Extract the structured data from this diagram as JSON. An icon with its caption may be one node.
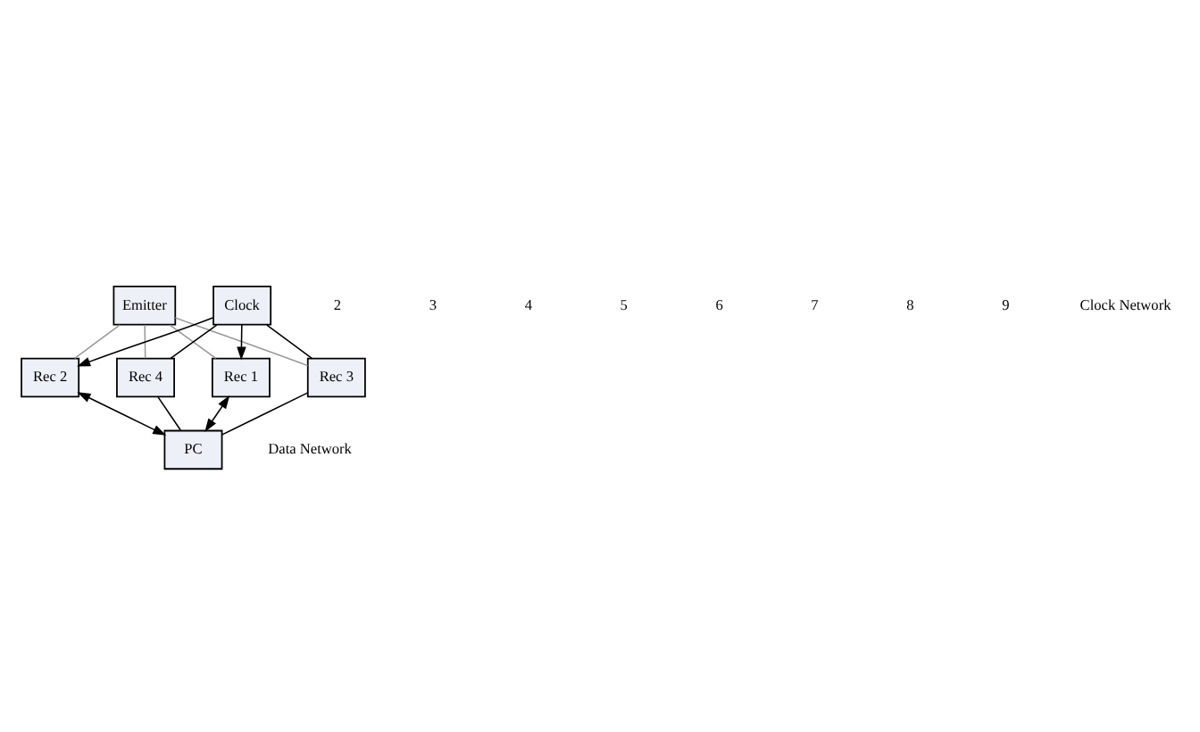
{
  "diagram": {
    "nodes": [
      {
        "text": [
          "Rec 1"
        ]
      },
      {
        "text": [
          "Rec 3"
        ]
      },
      {
        "text": [
          "Emitter"
        ]
      },
      {
        "text": [
          "Rec 2"
        ]
      },
      {
        "text": [
          "Rec 4"
        ]
      },
      {
        "text": [
          "PC"
        ]
      },
      {
        "text": [
          "Clock"
        ]
      }
    ],
    "edges": [
      {
        "from": 2,
        "to": 0,
        "arrow": "none",
        "color": "#999999"
      },
      {
        "from": 2,
        "to": 1,
        "arrow": "none",
        "color": "#999999"
      },
      {
        "from": 2,
        "to": 3,
        "arrow": "none",
        "color": "#999999"
      },
      {
        "from": 2,
        "to": 4,
        "arrow": "none",
        "color": "#999999"
      },
      {
        "from": 6,
        "to": 0,
        "arrow": "to"
      },
      {
        "from": 0,
        "to": 5,
        "arrow": "both"
      },
      {
        "from": 6,
        "to": 3,
        "arrow": "to"
      },
      {
        "from": 3,
        "to": 5,
        "arrow": "both"
      },
      {
        "from": 6,
        "to": 1,
        "arrow": "none"
      },
      {
        "from": 1,
        "to": 5,
        "arrow": "none"
      },
      {
        "from": 6,
        "to": 4,
        "arrow": "none"
      },
      {
        "from": 4,
        "to": 5,
        "arrow": "none"
      }
    ],
    "labels": [
      "2",
      "3",
      "4",
      "5",
      "6",
      "7",
      "8",
      "9",
      "Data Network",
      "Clock Network"
    ]
  }
}
